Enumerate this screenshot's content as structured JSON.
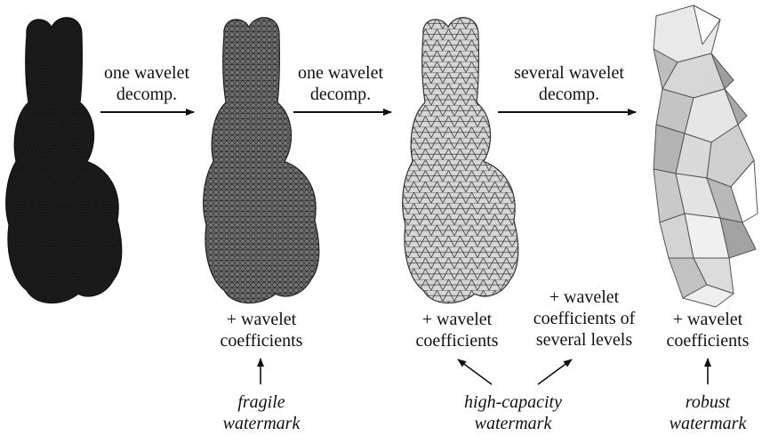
{
  "stages": [
    {
      "name": "original-mesh",
      "fill": "#3a3a3a",
      "mesh": "#151515",
      "density": "very dense"
    },
    {
      "name": "level-1-mesh",
      "fill": "#7a7a7a",
      "mesh": "#2a2a2a",
      "density": "dense"
    },
    {
      "name": "level-2-mesh",
      "fill": "#d2d2d2",
      "mesh": "#3a3a3a",
      "density": "medium"
    },
    {
      "name": "base-mesh",
      "fill": "#c8c8c8",
      "mesh": "#555555",
      "density": "coarse"
    }
  ],
  "arrows": [
    {
      "text": "one wavelet\ndecomp."
    },
    {
      "text": "one wavelet\ndecomp."
    },
    {
      "text": "several wavelet\ndecomp."
    }
  ],
  "coeff_labels": [
    {
      "text": "+ wavelet\ncoefficients"
    },
    {
      "text": "+ wavelet\ncoefficients"
    },
    {
      "text": "+ wavelet\ncoefficients of\nseveral levels"
    },
    {
      "text": "+ wavelet\ncoefficients"
    }
  ],
  "watermarks": [
    {
      "text": "fragile\nwatermark"
    },
    {
      "text": "high-capacity\nwatermark"
    },
    {
      "text": "robust\nwatermark"
    }
  ]
}
